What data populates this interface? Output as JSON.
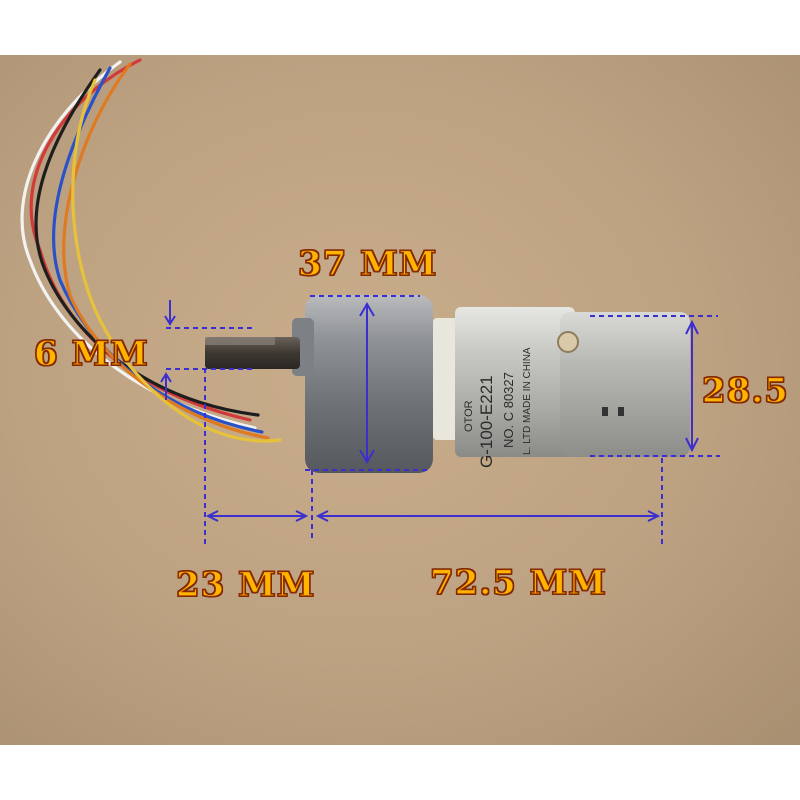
{
  "dimensions": {
    "flange_width": "37 MM",
    "shaft_diameter": "6 MM",
    "motor_diameter": "28.5",
    "shaft_length": "23 MM",
    "body_length": "72.5 MM"
  },
  "motor_print": {
    "line1": "OTOR",
    "line2": "G-100-E221",
    "line3": "NO. C   80327",
    "line4": "L. LTD  MADE IN CHINA"
  },
  "colors": {
    "background": "#bda282",
    "label_fill": "#ffb400",
    "label_outline": "#8a2b00",
    "dimension_lines": "#3c2fd0"
  }
}
